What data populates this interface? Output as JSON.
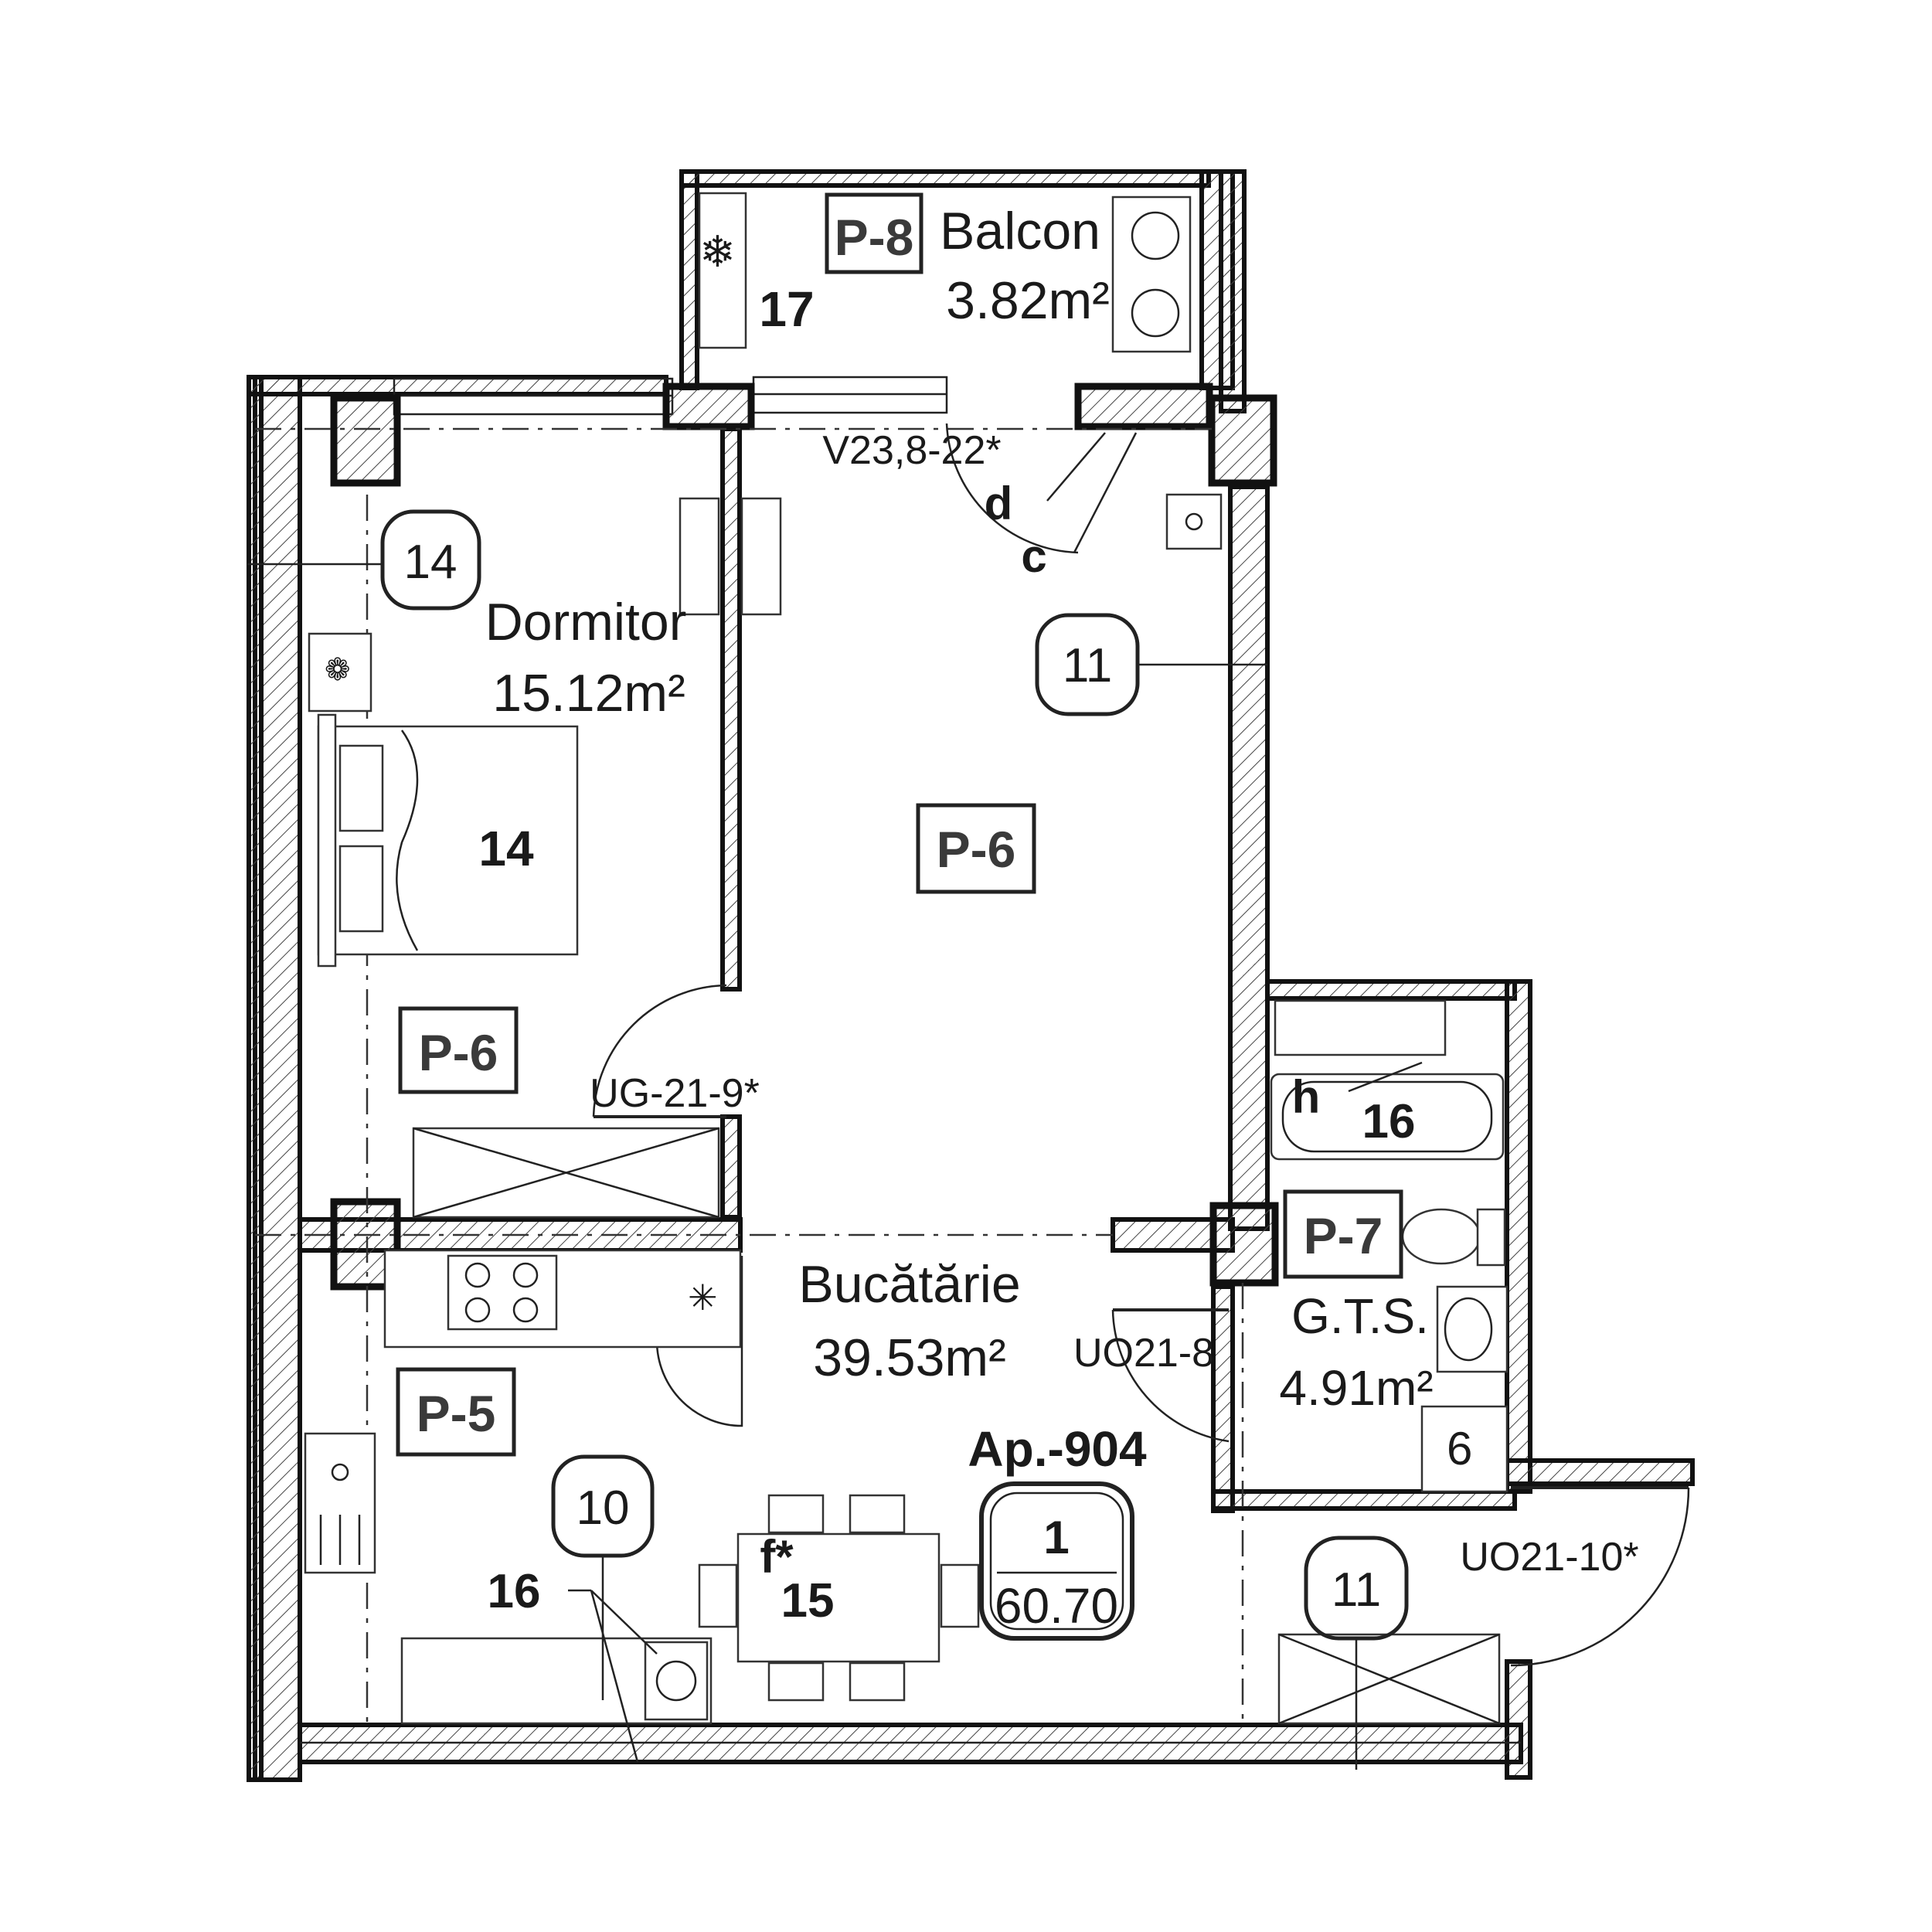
{
  "rooms": {
    "balcon": {
      "name": "Balcon",
      "area": "3.82m²",
      "tag": "P-8",
      "item": "17"
    },
    "dormitor": {
      "name": "Dormitor",
      "area": "15.12m²",
      "tag": "P-6",
      "circle": "14",
      "bed_label": "14"
    },
    "living": {
      "tag": "P-6",
      "circle": "11"
    },
    "bucatarie": {
      "name": "Bucătărie",
      "area": "39.53m²",
      "tag": "P-5",
      "circle": "10",
      "item_16": "16",
      "item_f": "f*",
      "item_15": "15"
    },
    "gts": {
      "name": "G.T.S.",
      "area": "4.91m²",
      "tag": "P-7",
      "item_h": "h",
      "item_16": "16"
    },
    "hall": {
      "circle": "11"
    }
  },
  "openings": {
    "window": "V23,8-22*",
    "door_bedroom": "UG-21-9*",
    "door_bath": "UO21-8",
    "door_entry": "UO21-10*"
  },
  "markers": {
    "d": "d",
    "c": "c"
  },
  "apartment": {
    "title": "Ap.-904",
    "rooms": "1",
    "area": "60.70"
  }
}
